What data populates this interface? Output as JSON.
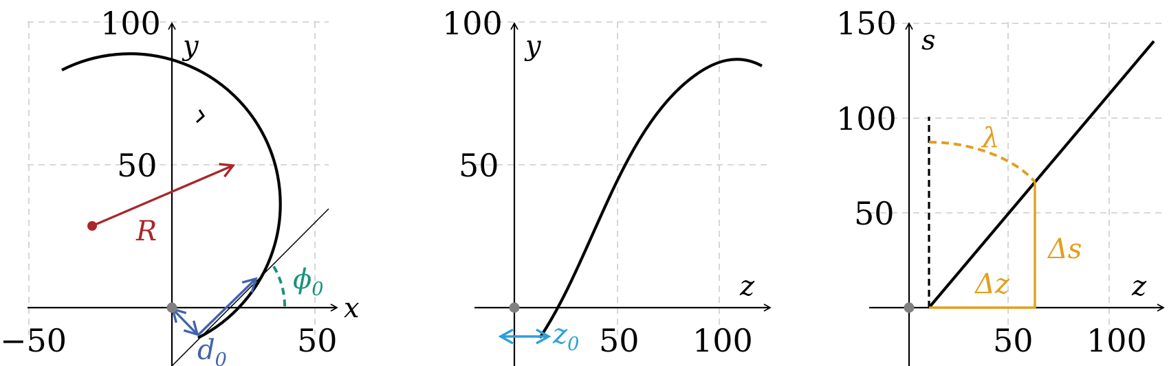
{
  "colors": {
    "radius": "#a8272a",
    "impact": "#4263ab",
    "angle": "#16937a",
    "z0": "#2c9fd8",
    "slope": "#e29f1f",
    "track": "#000000",
    "origin": "#808080"
  },
  "panel_xy": {
    "x_label": "x",
    "y_label": "y",
    "x_ticks": [
      "−50",
      "50"
    ],
    "y_ticks": [
      "50",
      "100"
    ],
    "radius_label": "R",
    "impact_label": "d",
    "impact_sub": "0",
    "angle_label": "ϕ",
    "angle_sub": "0"
  },
  "panel_zy": {
    "x_label": "z",
    "y_label": "y",
    "x_ticks": [
      "50",
      "100"
    ],
    "y_ticks": [
      "50",
      "100"
    ],
    "z0_label": "z",
    "z0_sub": "0"
  },
  "panel_zs": {
    "x_label": "z",
    "y_label": "s",
    "x_ticks": [
      "50",
      "100"
    ],
    "y_ticks": [
      "50",
      "100",
      "150"
    ],
    "lambda_label": "λ",
    "dz_label": "Δz",
    "ds_label": "Δs"
  }
}
